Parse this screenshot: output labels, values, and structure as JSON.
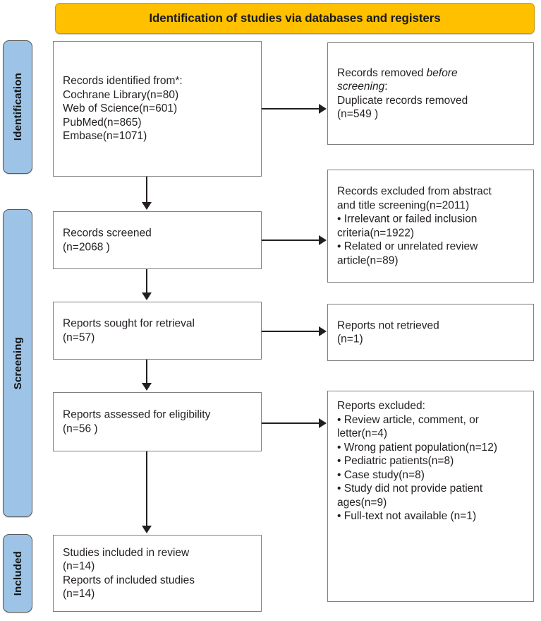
{
  "header": {
    "title": "Identification of studies via databases and registers",
    "bg_color": "#FFC000"
  },
  "stages": {
    "identification": "Identification",
    "screening": "Screening",
    "included": "Included",
    "bar_color": "#9DC3E6"
  },
  "boxes": {
    "identified": {
      "name": "Records identified from",
      "text": "Records identified from*:\n     Cochrane Library(n=80)\n     Web of Science(n=601)\n     PubMed(n=865)\n     Embase(n=1071)",
      "sources": [
        {
          "label": "Cochrane Library",
          "n": 80
        },
        {
          "label": "Web of Science",
          "n": 601
        },
        {
          "label": "PubMed",
          "n": 865
        },
        {
          "label": "Embase",
          "n": 1071
        }
      ]
    },
    "removed_before_screening": {
      "line1": "Records removed ",
      "line1_italic": "before",
      "line2_italic": "screening",
      "line2_tail": ":",
      "line3": "Duplicate records removed",
      "line4": "(n=549 )",
      "n": 549
    },
    "screened": {
      "text": "Records screened\n(n=2068 )",
      "n": 2068
    },
    "records_excluded": {
      "text": "Records excluded from abstract\nand title screening(n=2011)\n• Irrelevant or failed inclusion\ncriteria(n=1922)\n• Related or unrelated review\narticle(n=89)",
      "n": 2011,
      "reasons": [
        {
          "label": "Irrelevant or failed inclusion criteria",
          "n": 1922
        },
        {
          "label": "Related or unrelated review article",
          "n": 89
        }
      ]
    },
    "sought": {
      "text": "Reports sought for retrieval\n(n=57)",
      "n": 57
    },
    "not_retrieved": {
      "text": "Reports not retrieved\n(n=1)",
      "n": 1
    },
    "assessed": {
      "text": "Reports assessed for eligibility\n(n=56 )",
      "n": 56
    },
    "reports_excluded": {
      "text": "Reports excluded:\n• Review article, comment, or\nletter(n=4)\n• Wrong patient population(n=12)\n• Pediatric patients(n=8)\n• Case study(n=8)\n• Study did not provide patient\nages(n=9)\n• Full-text not available (n=1)",
      "reasons": [
        {
          "label": "Review article, comment, or letter",
          "n": 4
        },
        {
          "label": "Wrong patient population",
          "n": 12
        },
        {
          "label": "Pediatric patients",
          "n": 8
        },
        {
          "label": "Case study",
          "n": 8
        },
        {
          "label": "Study did not provide patient ages",
          "n": 9
        },
        {
          "label": "Full-text not available",
          "n": 1
        }
      ]
    },
    "included": {
      "text": "Studies included in review\n(n=14)\nReports of included studies\n(n=14)",
      "studies_n": 14,
      "reports_n": 14
    }
  }
}
